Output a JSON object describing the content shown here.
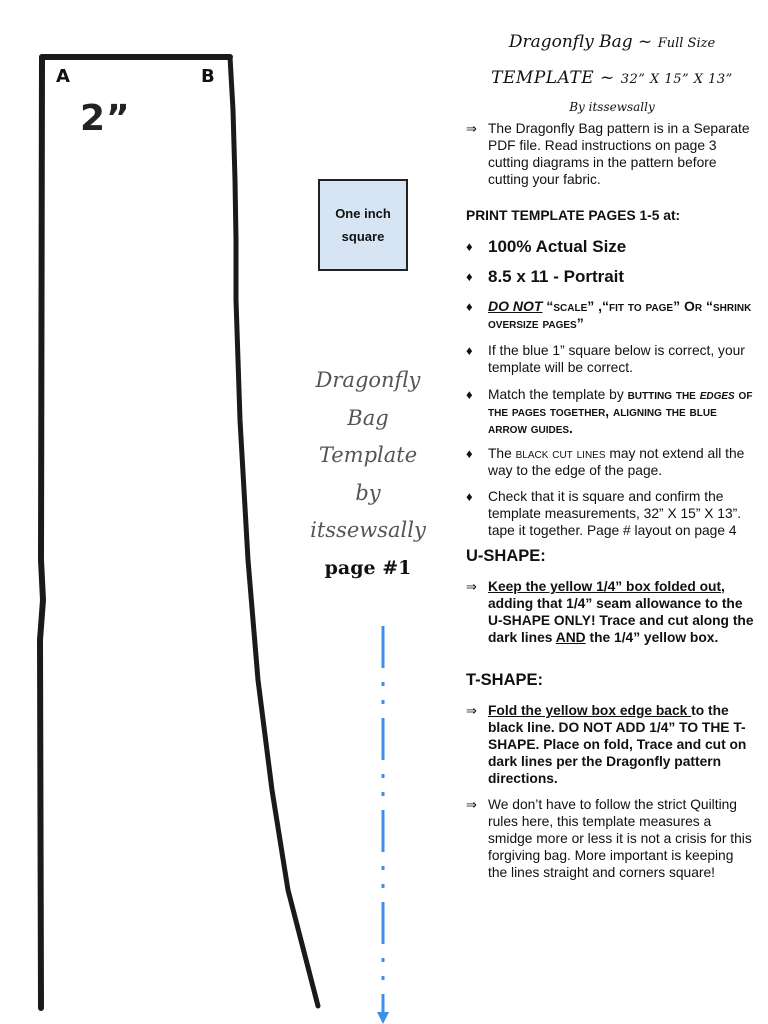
{
  "pattern": {
    "corner_a": "A",
    "corner_b": "B",
    "seam_width": "2”",
    "inch_square_line1": "One inch",
    "inch_square_line2": "square",
    "label_line1": "Dragonfly",
    "label_line2": "Bag",
    "label_line3": "Template",
    "label_line4": "by",
    "label_line5": "itssewsally",
    "page_label": "page #1"
  },
  "header": {
    "title": "Dragonfly Bag ~",
    "title_suffix": "Full Size",
    "template_word": "TEMPLATE ~",
    "dimensions": "32” X 15” X 13”",
    "author": "By itssewsally"
  },
  "instructions": {
    "intro": "The Dragonfly Bag pattern is in a Separate PDF file. Read instructions on page 3 cutting diagrams in the pattern before cutting your fabric.",
    "print_heading": "PRINT TEMPLATE PAGES 1-5 at:",
    "actual_size": "100%  Actual Size",
    "paper": "8.5 x 11 - Portrait",
    "do_not": "DO NOT",
    "do_not_rest": " “scale” ,“fit to page” Or “shrink oversize pages”",
    "blue_square": "If the blue 1” square below is correct, your template will be correct.",
    "match_start": "Match the template by ",
    "match_bold1": "butting the",
    "match_edges": "edges",
    "match_bold2": " of the pages together, aligning the blue arrow guides.",
    "cut_lines_start": "The ",
    "cut_lines_sc": "black cut lines",
    "cut_lines_end": " may not extend all the way to the edge of the page.",
    "check_square": "Check that it is square and confirm the template measurements, 32” X 15” X 13”. tape it together.  Page # layout on page 4",
    "u_heading": "U-SHAPE:",
    "u_under": "Keep the yellow 1/4” box  folded out,",
    "u_rest": " adding that 1/4” seam allowance to the U-SHAPE ONLY! Trace and cut along the dark lines ",
    "u_and": "AND",
    "u_end": " the 1/4”  yellow box.",
    "t_heading": "T-SHAPE:",
    "t_under": "Fold the yellow box edge back ",
    "t_rest": "to the black line. DO NOT ADD 1/4” TO THE T-SHAPE. Place on fold, Trace and cut on dark lines per the Dragonfly pattern directions.",
    "note": "We don’t have to follow the strict Quilting rules here, this template measures a smidge more or less it is not a crisis for this forgiving bag. More important is keeping the lines straight and corners square!",
    "arrow_marker": "⇒",
    "diamond_marker": "♦"
  },
  "colors": {
    "cut_line": "#1a1a1a",
    "guide_arrow": "#3d8fe8",
    "inch_square_fill": "#d6e4f4"
  }
}
